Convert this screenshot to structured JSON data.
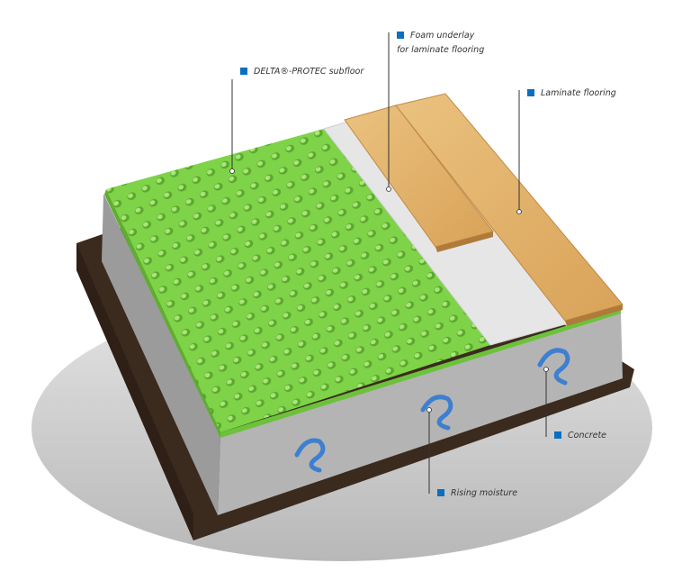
{
  "labels": {
    "subfloor": "DELTA®-PROTEC subfloor",
    "foam_line1": "Foam underlay",
    "foam_line2": "for laminate flooring",
    "laminate": "Laminate flooring",
    "concrete": "Concrete",
    "moisture": "Rising moisture"
  },
  "colors": {
    "marker": "#0a6fbf",
    "membrane": "#7ed348",
    "concrete": "#a8a8a8",
    "soil": "#3b2a1e",
    "laminate": "#e3b36c",
    "underlay": "#e6e6e6",
    "moisture_arrow": "#3d7fd0"
  }
}
